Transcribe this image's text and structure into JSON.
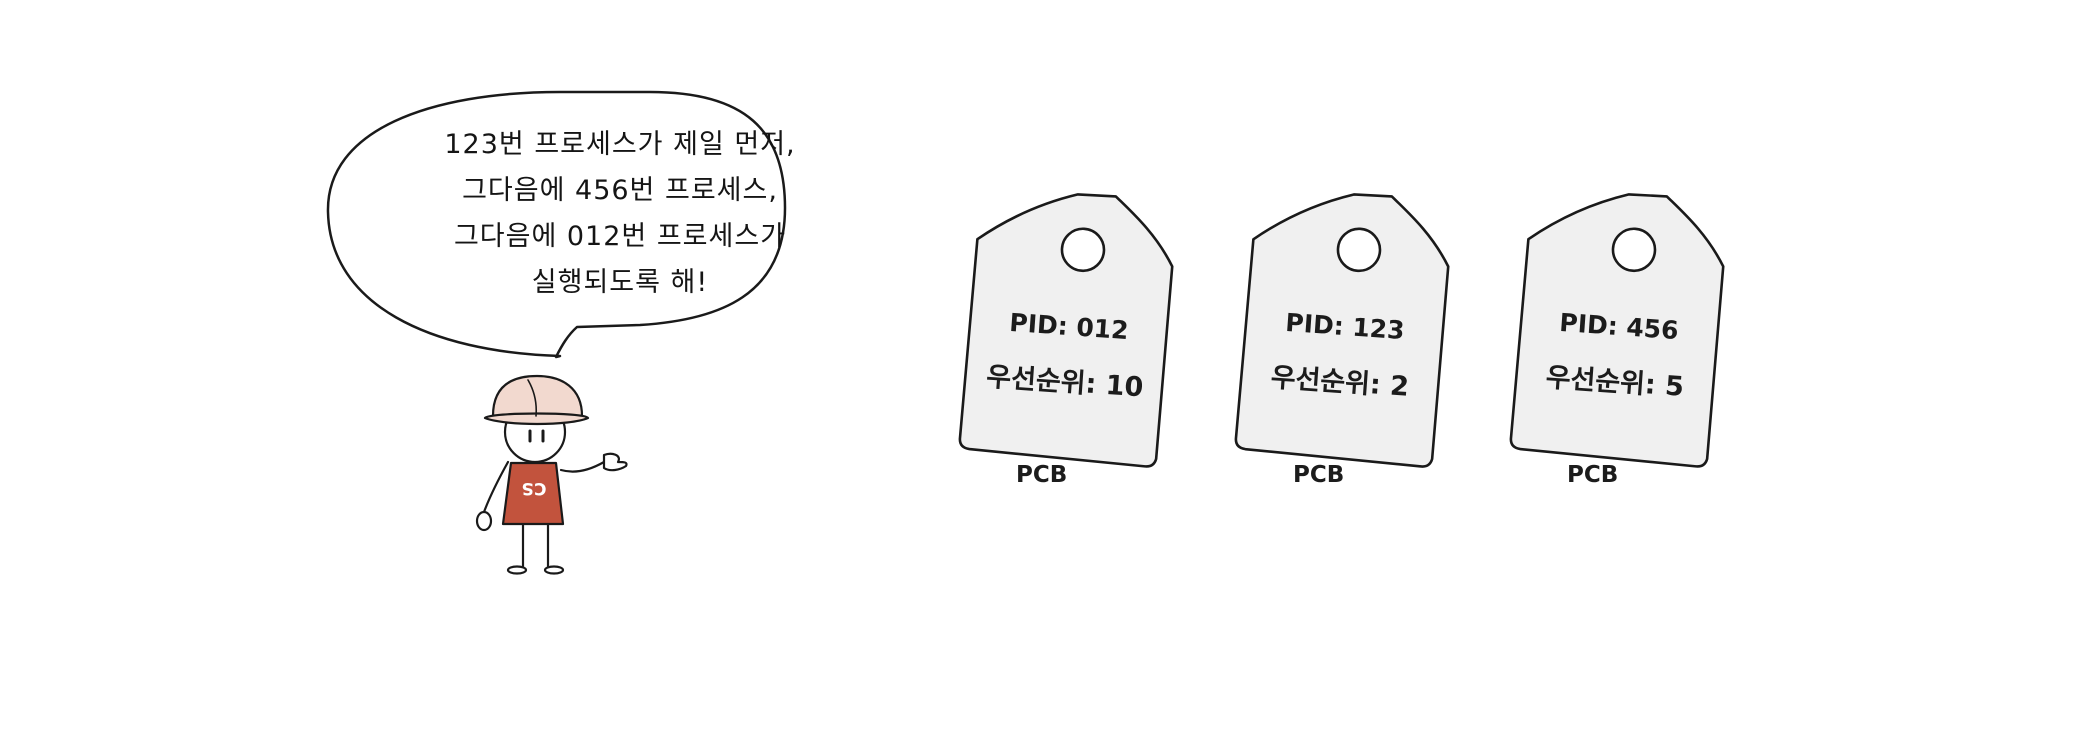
{
  "speech_bubble": {
    "lines": [
      "123번 프로세스가 제일 먼저,",
      "그다음에 456번 프로세스,",
      "그다음에 012번 프로세스가",
      "실행되도록 해!"
    ]
  },
  "character": {
    "shirt_text": "CS",
    "colors": {
      "helmet": "#f2d9cf",
      "shirt": "#c2533d"
    }
  },
  "tags": [
    {
      "pid": "PID: 012",
      "priority": "우선순위: 10",
      "label": "PCB"
    },
    {
      "pid": "PID: 123",
      "priority": "우선순위: 2",
      "label": "PCB"
    },
    {
      "pid": "PID: 456",
      "priority": "우선순위: 5",
      "label": "PCB"
    }
  ],
  "colors": {
    "tag_fill": "#f0f0f0",
    "outline": "#1a1a1a"
  }
}
